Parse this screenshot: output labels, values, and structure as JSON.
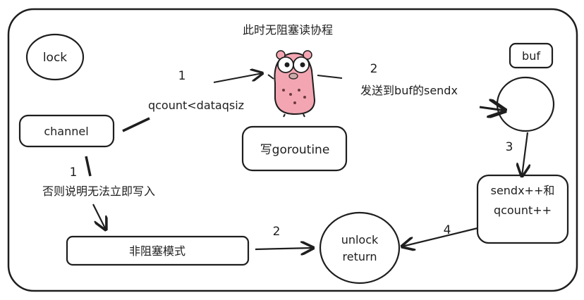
{
  "title": "此时无阻塞读协程",
  "nodes": {
    "lock": "lock",
    "channel": "channel",
    "goroutine": "写goroutine",
    "buf": "buf",
    "nonblocking": "非阻塞模式",
    "unlock_line1": "unlock",
    "unlock_line2": "return",
    "sendx_line1": "sendx++和",
    "sendx_line2": "qcount++"
  },
  "edges": {
    "step1_num": "1",
    "step1_label": "qcount<dataqsiz",
    "step1_else_num": "1",
    "step1_else_label": "否则说明无法立即写入",
    "step2_num": "2",
    "step2_label": "发送到buf的sendx",
    "step2_else_num": "2",
    "step3_num": "3",
    "step4_num": "4"
  },
  "icons": {
    "mascot": "gopher-icon"
  },
  "colors": {
    "stroke": "#1e1e1e",
    "gopher": "#f3a6b2",
    "background": "#ffffff"
  }
}
